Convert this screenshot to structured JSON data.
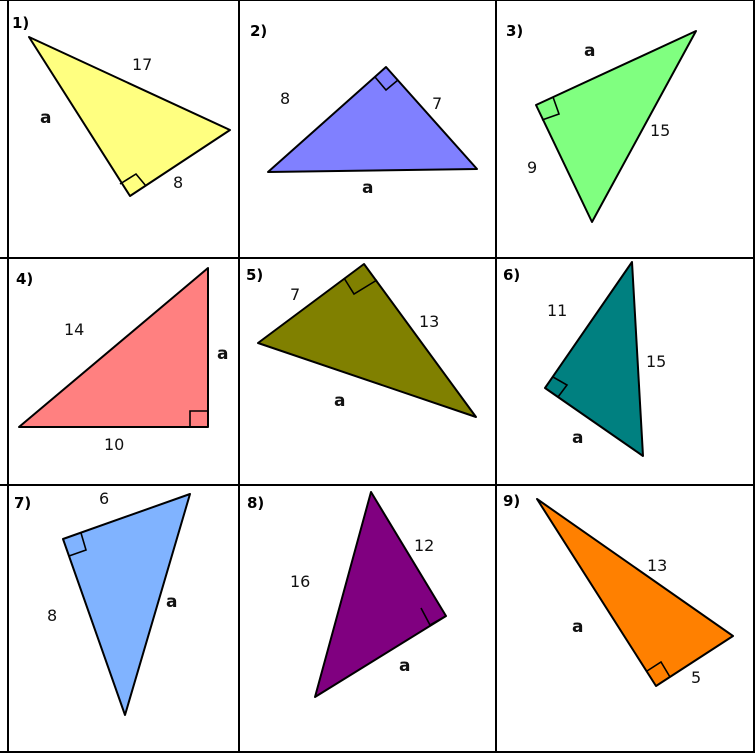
{
  "worksheet": {
    "problems": [
      {
        "number": "1)",
        "color": "#ffff80",
        "sides": [
          "17",
          "a",
          "8"
        ]
      },
      {
        "number": "2)",
        "color": "#8080ff",
        "sides": [
          "8",
          "7",
          "a"
        ]
      },
      {
        "number": "3)",
        "color": "#80ff80",
        "sides": [
          "a",
          "15",
          "9"
        ]
      },
      {
        "number": "4)",
        "color": "#ff8080",
        "sides": [
          "14",
          "a",
          "10"
        ]
      },
      {
        "number": "5)",
        "color": "#808000",
        "sides": [
          "7",
          "13",
          "a"
        ]
      },
      {
        "number": "6)",
        "color": "#008080",
        "sides": [
          "11",
          "15",
          "a"
        ]
      },
      {
        "number": "7)",
        "color": "#80b3ff",
        "sides": [
          "6",
          "8",
          "a"
        ]
      },
      {
        "number": "8)",
        "color": "#800080",
        "sides": [
          "16",
          "12",
          "a"
        ]
      },
      {
        "number": "9)",
        "color": "#ff8000",
        "sides": [
          "13",
          "a",
          "5"
        ]
      }
    ]
  }
}
